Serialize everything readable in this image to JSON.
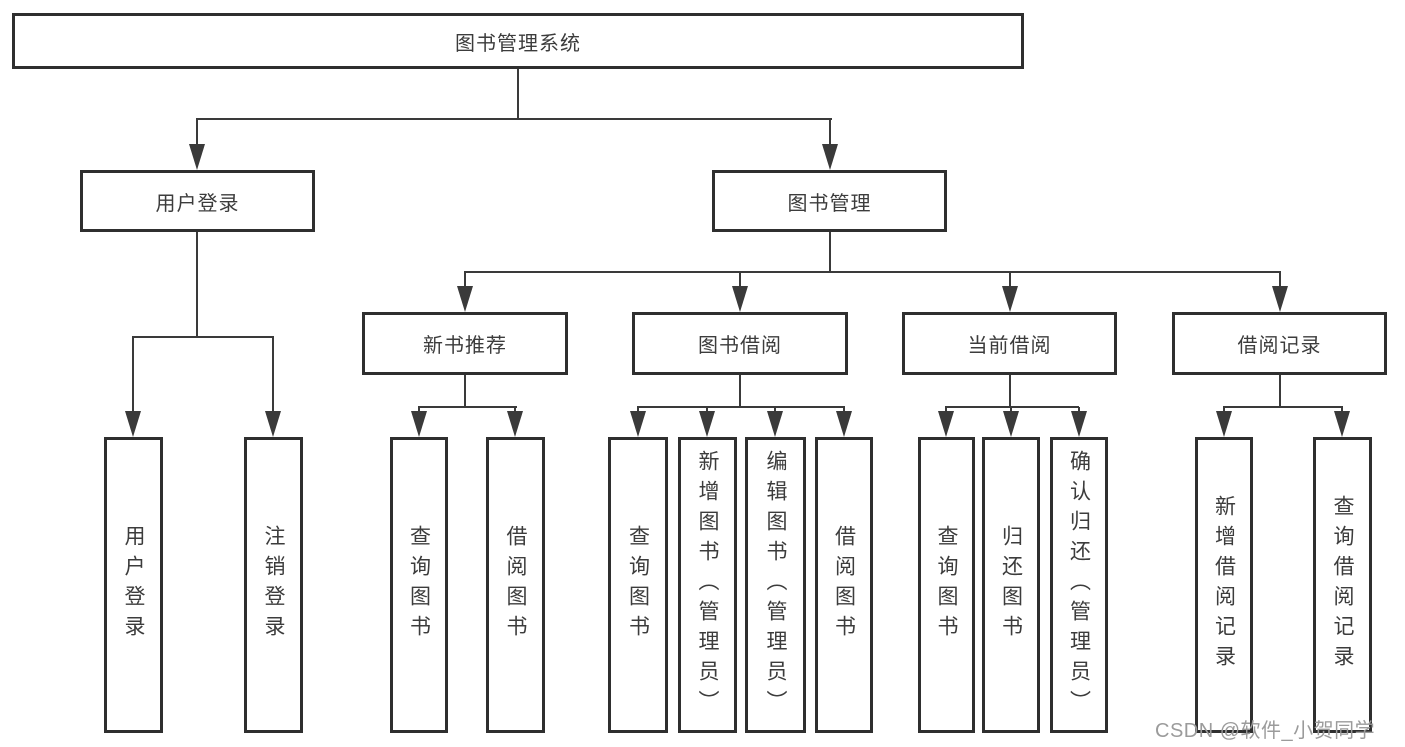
{
  "tree": {
    "root": {
      "label": "图书管理系统"
    },
    "branches": [
      {
        "label": "用户登录",
        "children": [
          {
            "label": "用户登录"
          },
          {
            "label": "注销登录"
          }
        ]
      },
      {
        "label": "图书管理",
        "children": [
          {
            "label": "新书推荐",
            "children": [
              {
                "label": "查询图书"
              },
              {
                "label": "借阅图书"
              }
            ]
          },
          {
            "label": "图书借阅",
            "children": [
              {
                "label": "查询图书"
              },
              {
                "label": "新增图书（管理员）"
              },
              {
                "label": "编辑图书（管理员）"
              },
              {
                "label": "借阅图书"
              }
            ]
          },
          {
            "label": "当前借阅",
            "children": [
              {
                "label": "查询图书"
              },
              {
                "label": "归还图书"
              },
              {
                "label": "确认归还（管理员）"
              }
            ]
          },
          {
            "label": "借阅记录",
            "children": [
              {
                "label": "新增借阅记录"
              },
              {
                "label": "查询借阅记录"
              }
            ]
          }
        ]
      }
    ]
  },
  "watermark": "CSDN @软件_小贺同学",
  "colors": {
    "line": "#3a3a3a",
    "border": "#2f2f2f",
    "text": "#3c3c3c",
    "watermark": "#9b9b9b",
    "background": "#ffffff"
  }
}
